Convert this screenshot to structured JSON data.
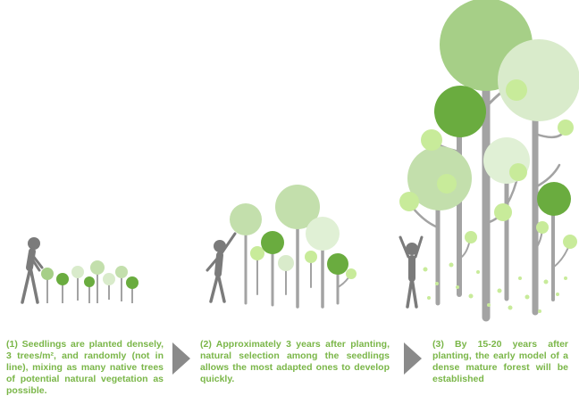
{
  "steps": [
    {
      "text": "(1) Seedlings are planted densely, 3 trees/m², and randomly (not in line), mixing as many native trees of potential natural vegetation as possible."
    },
    {
      "text": "(2) Approximately 3 years after planting, natural selection among the seedlings allows the most adapted ones to develop quickly."
    },
    {
      "text": "(3) By 15-20 years after planting, the early model of a dense mature forest will be established"
    }
  ],
  "colors": {
    "caption_text": "#7ab648",
    "arrow": "#8a8a8a",
    "trunk": "#a3a3a3",
    "person": "#7b7b7b",
    "leaf_dark": "#6aac3f",
    "leaf_mid": "#a6cf87",
    "leaf_light": "#c3dfac",
    "leaf_pale": "#d9ebcb",
    "leaf_bright": "#c8eb9a"
  }
}
